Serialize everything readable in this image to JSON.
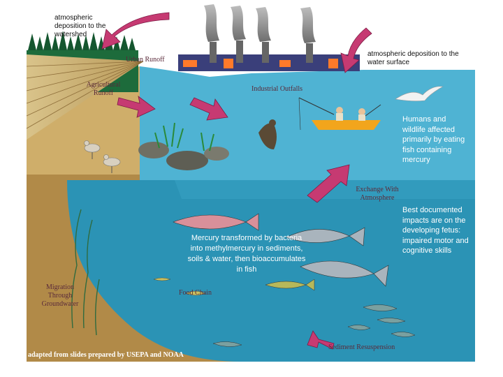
{
  "labels": {
    "atmospheric_watershed": "atmospheric deposition to the watershed",
    "atmospheric_surface": "atmospheric deposition to the water surface",
    "urban_runoff": "Urban Runoff",
    "agricultural_runoff": "Agricultural Runoff",
    "industrial_outfalls": "Industrial Outfalls",
    "humans_wildlife": "Humans and wildlife affected primarily by eating fish containing mercury",
    "exchange_atmosphere": "Exchange With Atmosphere",
    "best_documented": "Best documented impacts are on the developing fetus: impaired motor and cognitive skills",
    "mercury_transformed": "Mercury transformed by bacteria into methylmercury in sediments, soils & water, then bioaccumulates in fish",
    "food_chain": "Food Chain",
    "migration_groundwater": "Migration Through Groundwater",
    "sediment_resuspension": "Sediment Resuspension",
    "credit": "adapted from slides prepared by USEPA and NOAA"
  },
  "colors": {
    "water": "#2b93b5",
    "water_light": "#58bcd8",
    "sediment": "#b18a48",
    "arrow": "#c63a72",
    "smoke": "#8c8c8c",
    "forest": "#1d6b3b",
    "sky": "#ffffff"
  }
}
